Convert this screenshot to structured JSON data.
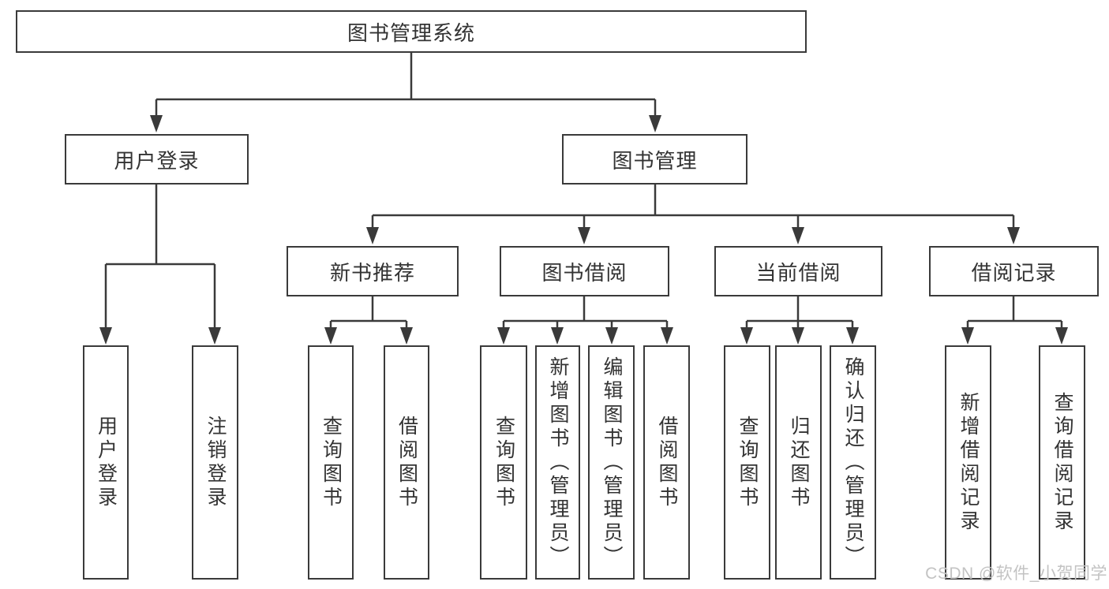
{
  "diagram_title": "图书管理系统",
  "watermark": "CSDN @软件_小贺同学",
  "colors": {
    "line": "#3a3a3a",
    "box_border": "#3a3a3a",
    "text": "#333333",
    "background": "#ffffff",
    "watermark": "#c3c3c3"
  },
  "tree": {
    "root": {
      "label": "图书管理系统",
      "children": [
        {
          "label": "用户登录",
          "children": [
            {
              "label": "用户登录"
            },
            {
              "label": "注销登录"
            }
          ]
        },
        {
          "label": "图书管理",
          "children": [
            {
              "label": "新书推荐",
              "children": [
                {
                  "label": "查询图书"
                },
                {
                  "label": "借阅图书"
                }
              ]
            },
            {
              "label": "图书借阅",
              "children": [
                {
                  "label": "查询图书"
                },
                {
                  "label": "新增图书（管理员）"
                },
                {
                  "label": "编辑图书（管理员）"
                },
                {
                  "label": "借阅图书"
                }
              ]
            },
            {
              "label": "当前借阅",
              "children": [
                {
                  "label": "查询图书"
                },
                {
                  "label": "归还图书"
                },
                {
                  "label": "确认归还（管理员）"
                }
              ]
            },
            {
              "label": "借阅记录",
              "children": [
                {
                  "label": "新增借阅记录"
                },
                {
                  "label": "查询借阅记录"
                }
              ]
            }
          ]
        }
      ]
    }
  }
}
